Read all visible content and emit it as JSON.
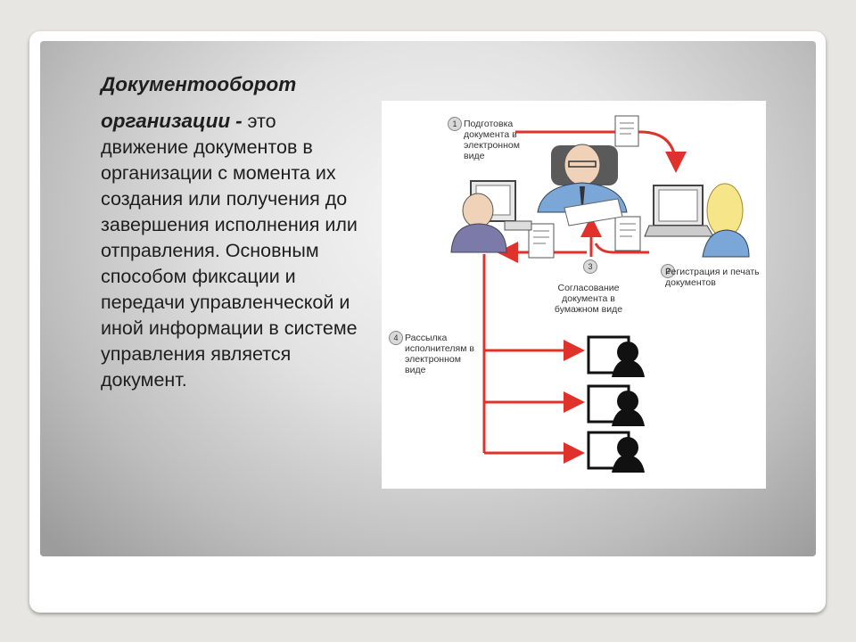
{
  "definition": {
    "term_line1": "Документооборот",
    "term_line2": "организации",
    "dash": "-",
    "body_start": " это движение документов в организации с момента их создания или получения до завершения исполнения или отправления. Основным способом фиксации и передачи управленческой и иной информации в системе управления является документ."
  },
  "diagram": {
    "steps": [
      {
        "number": "1",
        "caption": "Подготовка документа в электронном виде"
      },
      {
        "number": "2",
        "caption": "Регистрация и печать документов"
      },
      {
        "number": "3",
        "caption": "Согласование документа в бумажном виде"
      },
      {
        "number": "4",
        "caption": "Рассылка исполнителям в электронном виде"
      }
    ],
    "colors": {
      "arrow": "#e0322a",
      "panel_edge": "#9c9c9c",
      "panel_center": "#f6f6f6",
      "monitor": "#4a4a4a",
      "silhouette": "#111111"
    }
  }
}
